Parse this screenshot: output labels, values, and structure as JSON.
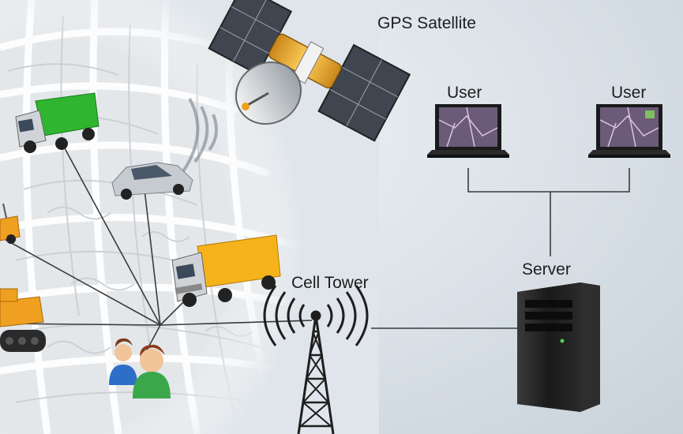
{
  "labels": {
    "gps_satellite": "GPS Satellite",
    "user_1": "User",
    "user_2": "User",
    "server": "Server",
    "cell_tower": "Cell Tower"
  },
  "colors": {
    "truck_green": "#2fb52f",
    "truck_yellow": "#f5b21b",
    "vehicle_orange": "#f0a020",
    "satellite_gold": "#e9a21e",
    "server_black": "#1c1c1c",
    "link_line": "#3a3a3a"
  },
  "icons": [
    "gps-satellite-icon",
    "laptop-icon",
    "server-tower-icon",
    "cell-tower-icon",
    "truck-icon",
    "car-icon",
    "excavator-icon",
    "people-icon"
  ]
}
